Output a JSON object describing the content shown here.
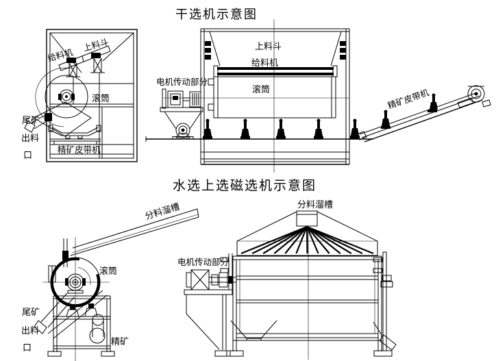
{
  "colors": {
    "background": "#ffffff",
    "line": "#000000"
  },
  "dry": {
    "title": "干选机示意图",
    "side": {
      "hopper": "上料斗",
      "feeder": "给料机",
      "drum": "滚筒",
      "tailings_l1": "尾矿",
      "tailings_l2": "出料",
      "tailings_l3": "口",
      "belt": "精矿皮带机"
    },
    "front": {
      "motor": "电机传动部分",
      "hopper": "上料斗",
      "feeder": "给料机",
      "drum": "滚筒",
      "belt": "精矿皮带机"
    }
  },
  "wet": {
    "title": "水选上选磁选机示意图",
    "side": {
      "chute": "分料溜槽",
      "drum": "滚筒",
      "tailings_l1": "尾矿",
      "tailings_l2": "出料",
      "tailings_l3": "口",
      "concentrate": "精矿"
    },
    "front": {
      "chute": "分料溜槽",
      "motor": "电机传动部分"
    }
  }
}
